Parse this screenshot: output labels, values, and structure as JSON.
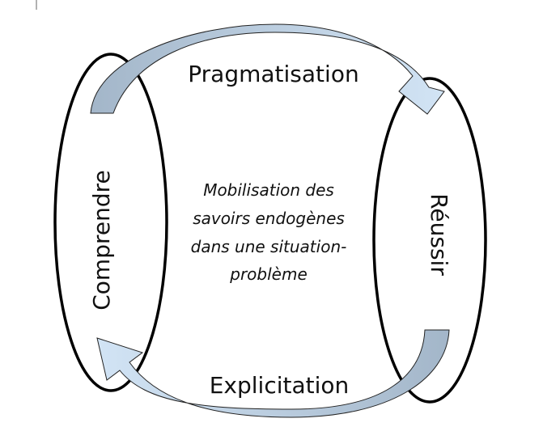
{
  "diagram": {
    "top_arrow_label": "Pragmatisation",
    "bottom_arrow_label": "Explicitation",
    "left_label": "Comprendre",
    "right_label": "Réussir",
    "center_lines": [
      "Mobilisation  des",
      "savoirs endogènes",
      "dans une situation-",
      "problème"
    ],
    "colors": {
      "arrow_dark": "#a3b6c9",
      "arrow_light": "#d2e4f5",
      "stroke": "#000000"
    }
  }
}
